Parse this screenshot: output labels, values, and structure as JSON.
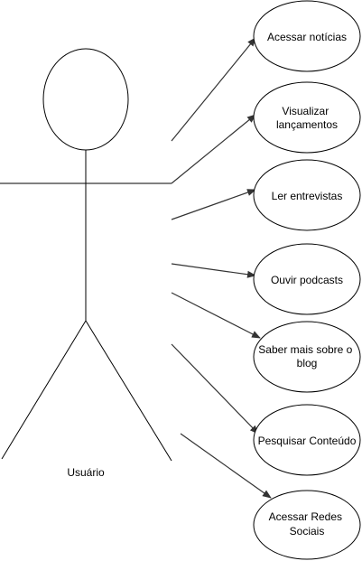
{
  "actor": {
    "label": "Usuário"
  },
  "use_cases": [
    {
      "lines": [
        "Acessar notícias"
      ]
    },
    {
      "lines": [
        "Visualizar",
        "lançamentos"
      ]
    },
    {
      "lines": [
        "Ler entrevistas"
      ]
    },
    {
      "lines": [
        "Ouvir podcasts"
      ]
    },
    {
      "lines": [
        "Saber mais sobre o",
        "blog"
      ]
    },
    {
      "lines": [
        "Pesquisar Conteúdo"
      ]
    },
    {
      "lines": [
        "Acessar Redes",
        "Sociais"
      ]
    }
  ],
  "colors": {
    "stroke": "#000000",
    "arrow": "#333333",
    "fill": "#ffffff"
  }
}
